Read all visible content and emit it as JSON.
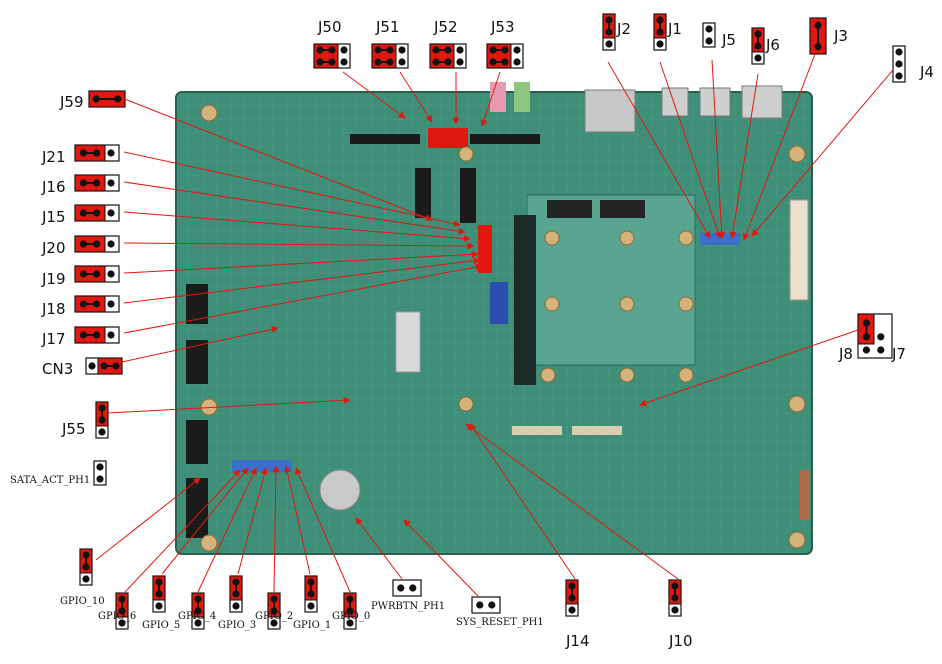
{
  "title": "",
  "colors": {
    "board": "#3f8f78",
    "board_dark": "#2e6f5c",
    "jumper_red": "#e0180f",
    "arrow_red": "#e0180f"
  },
  "connectors": [
    {
      "id": "J50",
      "label": "J50",
      "kind": "jumper",
      "pins": "2x2h"
    },
    {
      "id": "J51",
      "label": "J51",
      "kind": "jumper",
      "pins": "2x2h"
    },
    {
      "id": "J52",
      "label": "J52",
      "kind": "jumper",
      "pins": "2x2h"
    },
    {
      "id": "J53",
      "label": "J53",
      "kind": "jumper",
      "pins": "2x2h"
    },
    {
      "id": "J2",
      "label": "J2",
      "kind": "jumper",
      "pins": "1x3v"
    },
    {
      "id": "J1",
      "label": "J1",
      "kind": "jumper",
      "pins": "1x3v"
    },
    {
      "id": "J5",
      "label": "J5",
      "kind": "header",
      "pins": "1x2v"
    },
    {
      "id": "J6",
      "label": "J6",
      "kind": "jumper",
      "pins": "1x3v"
    },
    {
      "id": "J3",
      "label": "J3",
      "kind": "jumper",
      "pins": "1x2vfull"
    },
    {
      "id": "J4",
      "label": "J4",
      "kind": "header",
      "pins": "1x3v"
    },
    {
      "id": "J59",
      "label": "J59",
      "kind": "jumper",
      "pins": "1x2hfull"
    },
    {
      "id": "J21",
      "label": "J21",
      "kind": "jumper",
      "pins": "1x3h"
    },
    {
      "id": "J16",
      "label": "J16",
      "kind": "jumper",
      "pins": "1x3h"
    },
    {
      "id": "J15",
      "label": "J15",
      "kind": "jumper",
      "pins": "1x3h"
    },
    {
      "id": "J20",
      "label": "J20",
      "kind": "jumper",
      "pins": "1x3h"
    },
    {
      "id": "J19",
      "label": "J19",
      "kind": "jumper",
      "pins": "1x3h"
    },
    {
      "id": "J18",
      "label": "J18",
      "kind": "jumper",
      "pins": "1x3h"
    },
    {
      "id": "J17",
      "label": "J17",
      "kind": "jumper",
      "pins": "1x3h"
    },
    {
      "id": "CN3",
      "label": "CN3",
      "kind": "jumper",
      "pins": "1x3hr"
    },
    {
      "id": "J8",
      "label": "J8",
      "kind": "jumper",
      "pins": "2x3"
    },
    {
      "id": "J7",
      "label": "J7",
      "kind": "jumper",
      "pins": "2x3"
    },
    {
      "id": "J55",
      "label": "J55",
      "kind": "jumper",
      "pins": "1x3v"
    },
    {
      "id": "SATA_ACT_PH1",
      "label": "SATA_ACT_PH1",
      "kind": "header",
      "pins": "1x2v"
    },
    {
      "id": "GPIO_10",
      "label": "GPIO_10",
      "kind": "jumper",
      "pins": "1x3v"
    },
    {
      "id": "GPIO_6",
      "label": "GPIO_6",
      "kind": "jumper",
      "pins": "1x3v"
    },
    {
      "id": "GPIO_5",
      "label": "GPIO_5",
      "kind": "jumper",
      "pins": "1x3v"
    },
    {
      "id": "GPIO_4",
      "label": "GPIO_4",
      "kind": "jumper",
      "pins": "1x3v"
    },
    {
      "id": "GPIO_3",
      "label": "GPIO_3",
      "kind": "jumper",
      "pins": "1x3v"
    },
    {
      "id": "GPIO_2",
      "label": "GPIO_2",
      "kind": "jumper",
      "pins": "1x3v"
    },
    {
      "id": "GPIO_1",
      "label": "GPIO_1",
      "kind": "jumper",
      "pins": "1x3v"
    },
    {
      "id": "GPIO_0",
      "label": "GPIO_0",
      "kind": "jumper",
      "pins": "1x3v"
    },
    {
      "id": "PWRBTN_PH1",
      "label": "PWRBTN_PH1",
      "kind": "header",
      "pins": "1x2h"
    },
    {
      "id": "SYS_RESET_PH1",
      "label": "SYS_RESET_PH1",
      "kind": "header",
      "pins": "1x2h"
    },
    {
      "id": "J14",
      "label": "J14",
      "kind": "jumper",
      "pins": "1x3v"
    },
    {
      "id": "J10",
      "label": "J10",
      "kind": "jumper",
      "pins": "1x3v"
    }
  ]
}
